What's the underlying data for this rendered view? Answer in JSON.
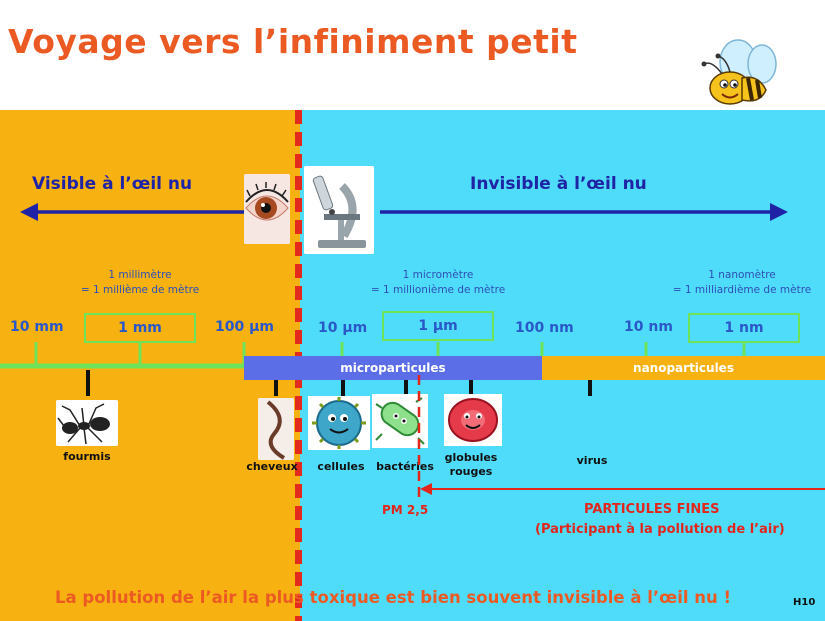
{
  "title": "Voyage vers l’infiniment petit",
  "visible_label": "Visible à l’œil nu",
  "invisible_label": "Invisible à l’œil nu",
  "notes": {
    "mm": {
      "line1": "1 millimètre",
      "line2": "= 1 millième de mètre"
    },
    "um": {
      "line1": "1 micromètre",
      "line2": "= 1 millionième de mètre"
    },
    "nm": {
      "line1": "1 nanomètre",
      "line2": "= 1 milliardième de mètre"
    }
  },
  "scale": {
    "s10mm": "10 mm",
    "s1mm": "1 mm",
    "s100um": "100 µm",
    "s10um": "10 µm",
    "s1um": "1 µm",
    "s100nm": "100 nm",
    "s10nm": "10 nm",
    "s1nm": "1 nm"
  },
  "bands": {
    "micro": "microparticules",
    "nano": "nanoparticules"
  },
  "items": {
    "fourmis": "fourmis",
    "cheveux": "cheveux",
    "cellules": "cellules",
    "bacteries": "bactéries",
    "globules1": "globules",
    "globules2": "rouges",
    "virus": "virus"
  },
  "pm_label": "PM 2,5",
  "fines_title": "PARTICULES FINES",
  "fines_sub": "(Participant à la pollution de l’air)",
  "bottom_message": "La pollution de l’air la plus toxique est bien souvent invisible à l’œil nu !",
  "page_ref": "H10",
  "colors": {
    "title": "#ec5a24",
    "left_bg": "#f7b111",
    "right_bg": "#4fdcfb",
    "arrow": "#1f23a6",
    "micro_band": "#5b6ee8",
    "nano_band": "#f7b111",
    "green_scale": "#6ee35a",
    "red": "#e2261c"
  }
}
